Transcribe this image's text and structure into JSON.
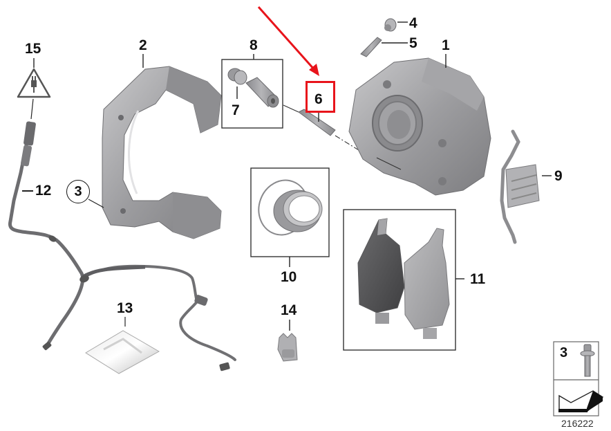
{
  "diagram": {
    "type": "exploded parts diagram",
    "subject": "front brake caliper assembly",
    "catalog_number": "216222",
    "highlight_color": "#e8141b",
    "highlighted_part": "6",
    "parts": [
      {
        "id": "1",
        "name": "brake caliper housing"
      },
      {
        "id": "2",
        "name": "caliper carrier bracket"
      },
      {
        "id": "3",
        "name": "bolt",
        "circled": true
      },
      {
        "id": "4",
        "name": "bleeder valve dust cap"
      },
      {
        "id": "5",
        "name": "bleeder screw"
      },
      {
        "id": "6",
        "name": "guide pin",
        "highlighted": true
      },
      {
        "id": "7",
        "name": "guide sleeve boot"
      },
      {
        "id": "8",
        "name": "guide sleeve repair kit"
      },
      {
        "id": "9",
        "name": "anti-rattle spring clip"
      },
      {
        "id": "10",
        "name": "piston seal kit"
      },
      {
        "id": "11",
        "name": "brake pad set"
      },
      {
        "id": "12",
        "name": "brake pad wear sensor"
      },
      {
        "id": "13",
        "name": "grease packet"
      },
      {
        "id": "14",
        "name": "cable holder clip"
      },
      {
        "id": "15",
        "name": "electrical connector warning symbol"
      }
    ],
    "labels": {
      "p1": "1",
      "p2": "2",
      "p3": "3",
      "p4": "4",
      "p5": "5",
      "p6": "6",
      "p7": "7",
      "p8": "8",
      "p9": "9",
      "p10": "10",
      "p11": "11",
      "p12": "12",
      "p13": "13",
      "p14": "14",
      "p15": "15"
    },
    "legend_box": {
      "part_number": "3",
      "icon_top": "bolt-icon",
      "icon_bottom": "direction-arrow-icon"
    }
  }
}
